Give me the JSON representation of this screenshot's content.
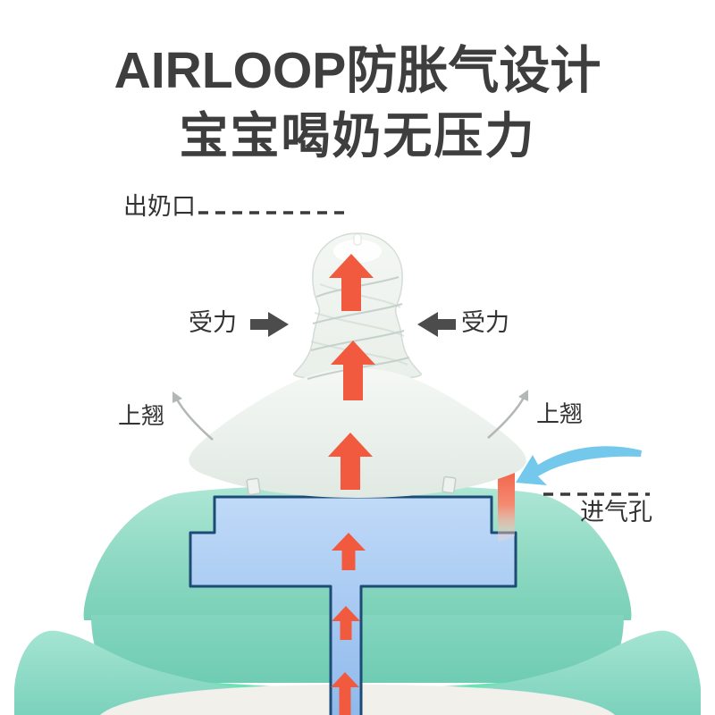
{
  "header": {
    "title": "AIRLOOP防胀气设计",
    "subtitle": "宝宝喝奶无压力"
  },
  "annotations": {
    "milk_outlet": "出奶口",
    "force_left": "受力",
    "force_right": "受力",
    "uptilt_left": "上翘",
    "uptilt_right": "上翘",
    "air_inlet": "进气孔"
  },
  "icons": {
    "milk_flow": "up-arrow-orange",
    "force_left": "solid-arrow-pointing-right",
    "force_right": "solid-arrow-pointing-left",
    "uptilt_left": "thin-curved-arrow-up-left",
    "uptilt_right": "thin-curved-arrow-up-right",
    "air_inlet_flow": "blue-swoosh-arrow-down-left",
    "leader_lines": "black-dashed-line"
  },
  "colors": {
    "background": "#ffffff",
    "heading_text": "#3e3e3e",
    "label_text": "#333333",
    "flow_arrow_orange": "#f25a40",
    "force_arrow_gray": "#4c4c4c",
    "collar_teal": "#8fd9c3",
    "collar_teal_dark": "#68c9ae",
    "ring_highlight_green": "#59e2ad",
    "air_channel_blue": "#a6c7f1",
    "air_channel_outline": "#1c4b75",
    "inlet_air_swoosh_blue": "#74c8eb",
    "nipple_translucent": "#f0f4f1",
    "bottle_body_white": "#f2f0ea"
  }
}
